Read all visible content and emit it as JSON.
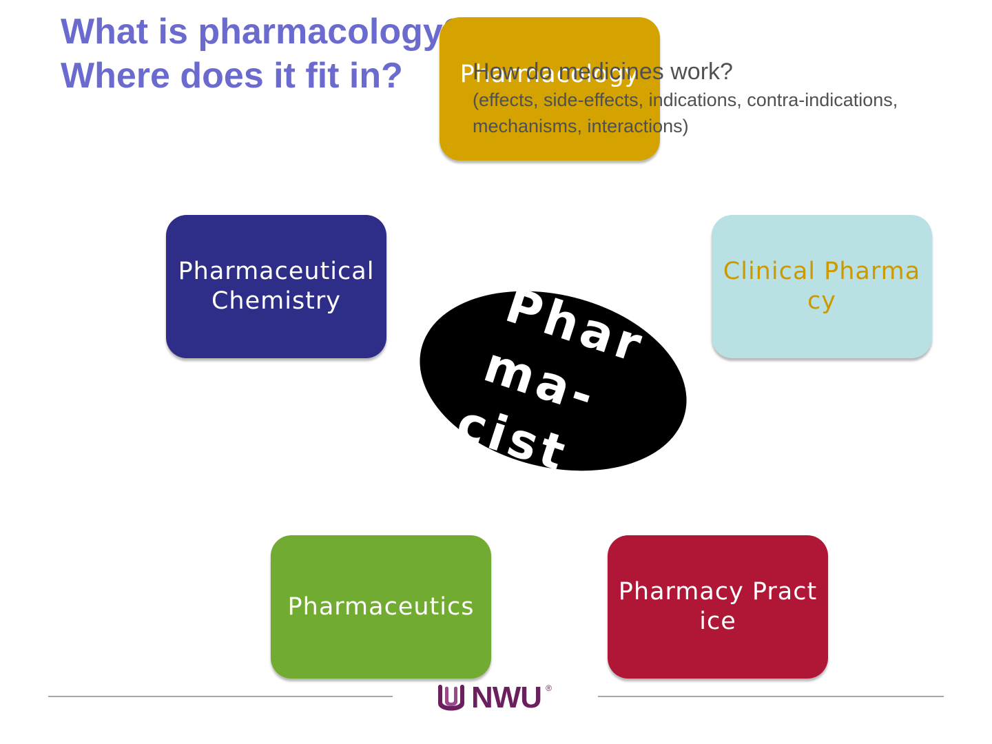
{
  "title": {
    "line1": "What is pharmacology?",
    "line2": "Where does it fit in?"
  },
  "callout": {
    "question": "How do medicines work?",
    "detail": "(effects, side-effects, indications, contra-indications, mechanisms, interactions)"
  },
  "center": {
    "line1": "Phar",
    "line2": "ma-",
    "line3": "cist"
  },
  "boxes": {
    "pharmacology": {
      "label": "Pharmacology",
      "color": "#d4a300"
    },
    "pharmaceutical_chemistry": {
      "label": "Pharmaceutical Chemistry",
      "color": "#2e2e88"
    },
    "clinical_pharmacy": {
      "label": "Clinical Pharmacy",
      "color": "#b9e0e3",
      "text_color": "#cc9a00"
    },
    "pharmaceutics": {
      "label": "Pharmaceutics",
      "color": "#72ab31"
    },
    "pharmacy_practice": {
      "label": "Pharmacy Practice",
      "color": "#b01737"
    }
  },
  "footer": {
    "logo_text": "NWU",
    "logo_reg": "®",
    "logo_icon": "nwu-emblem-icon"
  }
}
